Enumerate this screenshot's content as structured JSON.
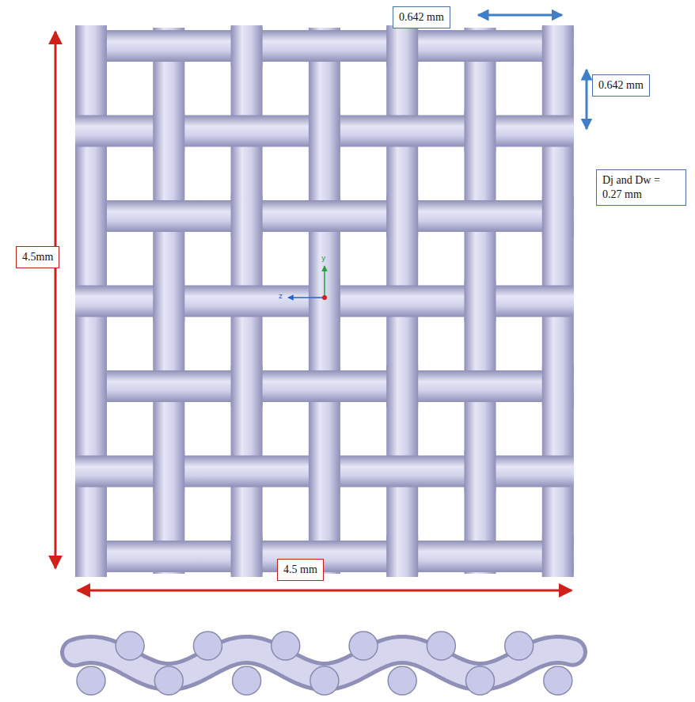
{
  "diagram": {
    "labels": [
      "0.642 mm",
      "0.642 mm",
      "Dj and Dw = 0.27 mm",
      "4.5mm",
      "4.5 mm",
      "y",
      "z"
    ]
  }
}
